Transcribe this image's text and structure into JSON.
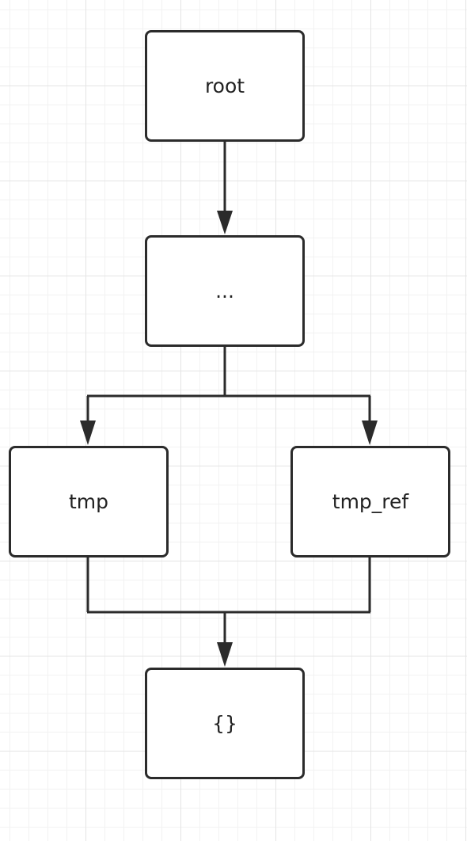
{
  "diagram": {
    "nodes": {
      "root": "root",
      "ellipsis": "...",
      "tmp": "tmp",
      "tmp_ref": "tmp_ref",
      "empty_object": "{}"
    },
    "edges": [
      {
        "from": "root",
        "to": "ellipsis"
      },
      {
        "from": "ellipsis",
        "to": "tmp"
      },
      {
        "from": "ellipsis",
        "to": "tmp_ref"
      },
      {
        "from": "tmp",
        "to": "empty_object"
      },
      {
        "from": "tmp_ref",
        "to": "empty_object"
      }
    ]
  },
  "colors": {
    "stroke": "#2b2b2b",
    "text": "#222222",
    "background": "#ffffff",
    "grid": "#e4e4e4"
  }
}
